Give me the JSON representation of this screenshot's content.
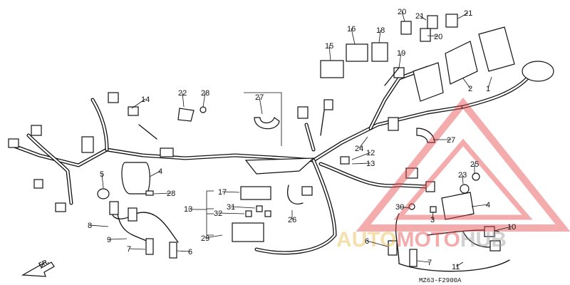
{
  "diagram_code": "MZ63-F2900A",
  "arrow_label": "FR.",
  "watermark": {
    "brand_part1": "AUTO",
    "brand_part2": "MOTO",
    "brand_part3": "HUB",
    "color_red": "#e8474a",
    "color_gold": "#e9b94a",
    "color_gray": "#9a9a9a"
  },
  "callouts": [
    {
      "label": "1"
    },
    {
      "label": "2"
    },
    {
      "label": "3"
    },
    {
      "label": "4"
    },
    {
      "label": "4"
    },
    {
      "label": "5"
    },
    {
      "label": "6"
    },
    {
      "label": "6"
    },
    {
      "label": "7"
    },
    {
      "label": "7"
    },
    {
      "label": "8"
    },
    {
      "label": "9"
    },
    {
      "label": "10"
    },
    {
      "label": "11"
    },
    {
      "label": "12"
    },
    {
      "label": "13"
    },
    {
      "label": "13"
    },
    {
      "label": "14"
    },
    {
      "label": "15"
    },
    {
      "label": "16"
    },
    {
      "label": "17"
    },
    {
      "label": "18"
    },
    {
      "label": "19"
    },
    {
      "label": "20"
    },
    {
      "label": "20"
    },
    {
      "label": "21"
    },
    {
      "label": "21"
    },
    {
      "label": "22"
    },
    {
      "label": "23"
    },
    {
      "label": "24"
    },
    {
      "label": "25"
    },
    {
      "label": "26"
    },
    {
      "label": "27"
    },
    {
      "label": "27"
    },
    {
      "label": "28"
    },
    {
      "label": "28"
    },
    {
      "label": "29"
    },
    {
      "label": "30"
    },
    {
      "label": "31"
    },
    {
      "label": "32"
    }
  ]
}
